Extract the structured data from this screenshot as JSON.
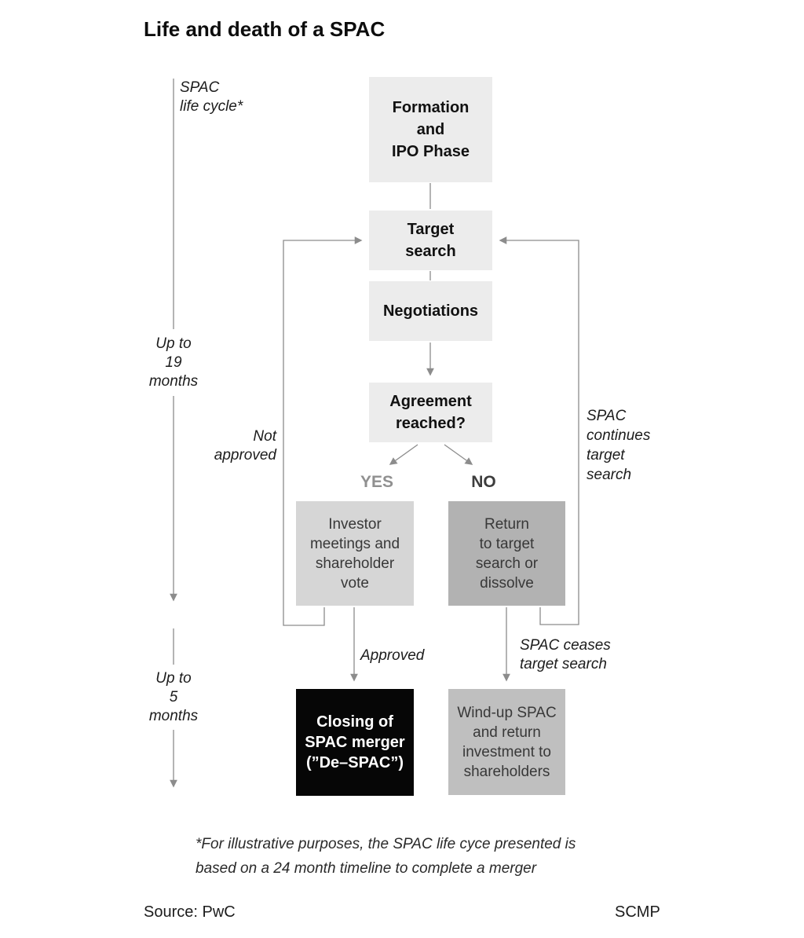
{
  "title": "Life and death of a SPAC",
  "timeline": {
    "axis_label": "SPAC\nlife cycle*",
    "phase1_duration": "Up to\n19\nmonths",
    "phase2_duration": "Up to\n5\nmonths"
  },
  "flow": {
    "nodes": {
      "formation": "Formation\nand\nIPO Phase",
      "target_search": "Target\nsearch",
      "negotiations": "Negotiations",
      "agreement": "Agreement\nreached?",
      "investor_vote": "Investor\nmeetings and\nshareholder\nvote",
      "return_or_dissolve": "Return\nto target\nsearch or\ndissolve",
      "closing": "Closing of\nSPAC merger\n(”De–SPAC”)",
      "wind_up": "Wind-up SPAC\nand return\ninvestment to\nshareholders"
    },
    "branch_labels": {
      "yes": "YES",
      "no": "NO"
    },
    "edge_labels": {
      "not_approved": "Not\napproved",
      "approved": "Approved",
      "spac_continues": "SPAC\ncontinues\ntarget\nsearch",
      "spac_ceases": "SPAC ceases\ntarget search"
    }
  },
  "footnote": "*For illustrative purposes, the SPAC life cyce presented is\nbased on a 24 month timeline to complete a merger",
  "source": "Source: PwC",
  "credit": "SCMP",
  "colors": {
    "stage_box": "#ececec",
    "vote_box": "#d6d6d6",
    "return_box": "#b2b2b2",
    "windup_box": "#bfbfbf",
    "closing_box": "#060606",
    "closing_text": "#ffffff",
    "connector": "#8c8c8c",
    "yes_label": "#909090",
    "no_label": "#3d3d3d"
  }
}
